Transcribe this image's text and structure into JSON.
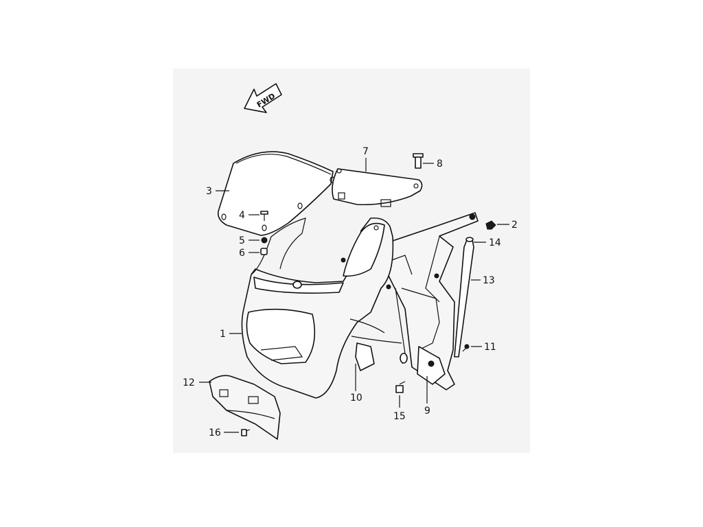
{
  "direction_label": "FWD",
  "callouts": [
    {
      "id": "c1",
      "number": "1"
    },
    {
      "id": "c2",
      "number": "2"
    },
    {
      "id": "c3",
      "number": "3"
    },
    {
      "id": "c4",
      "number": "4"
    },
    {
      "id": "c5",
      "number": "5"
    },
    {
      "id": "c6",
      "number": "6"
    },
    {
      "id": "c7",
      "number": "7"
    },
    {
      "id": "c8",
      "number": "8"
    },
    {
      "id": "c9",
      "number": "9"
    },
    {
      "id": "c10",
      "number": "10"
    },
    {
      "id": "c11",
      "number": "11"
    },
    {
      "id": "c12",
      "number": "12"
    },
    {
      "id": "c13",
      "number": "13"
    },
    {
      "id": "c14",
      "number": "14"
    },
    {
      "id": "c15",
      "number": "15"
    },
    {
      "id": "c16",
      "number": "16"
    }
  ]
}
